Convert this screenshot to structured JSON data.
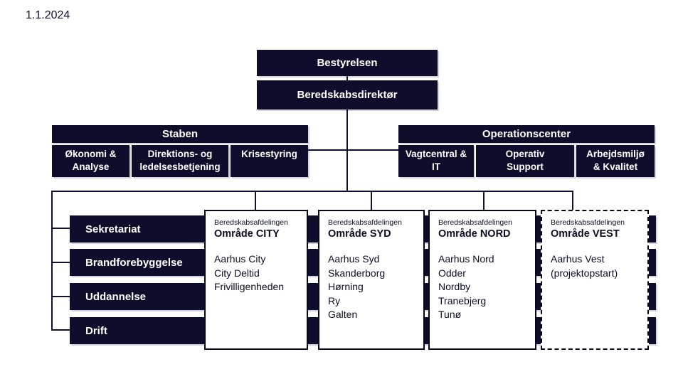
{
  "date": "1.1.2024",
  "colors": {
    "navy": "#0e0e2c",
    "line": "#101030",
    "box_border": "#05051a",
    "background": "#ffffff"
  },
  "top": {
    "board": "Bestyrelsen",
    "director": "Beredskabsdirektør"
  },
  "staben": {
    "title": "Staben",
    "cells": [
      {
        "line1": "Økonomi &",
        "line2": "Analyse"
      },
      {
        "line1": "Direktions- og",
        "line2": "ledelsesbetjening"
      },
      {
        "line1": "Krisestyring",
        "line2": ""
      }
    ]
  },
  "operationscenter": {
    "title": "Operationscenter",
    "cells": [
      {
        "line1": "Vagtcentral &",
        "line2": "IT"
      },
      {
        "line1": "Operativ",
        "line2": "Support"
      },
      {
        "line1": "Arbejdsmiljø",
        "line2": "& Kvalitet"
      }
    ]
  },
  "departments": [
    "Sekretariat",
    "Brandforebyggelse",
    "Uddannelse",
    "Drift"
  ],
  "areas": [
    {
      "super": "Beredskabsafdelingen",
      "title": "Område CITY",
      "items": [
        "Aarhus City",
        "City Deltid",
        "Frivilligenheden"
      ],
      "border": "solid"
    },
    {
      "super": "Beredskabsafdelingen",
      "title": "Område SYD",
      "items": [
        "Aarhus Syd",
        "Skanderborg",
        "Hørning",
        "Ry",
        "Galten"
      ],
      "border": "solid"
    },
    {
      "super": "Beredskabsafdelingen",
      "title": "Område NORD",
      "items": [
        "Aarhus Nord",
        "Odder",
        "Nordby",
        "Tranebjerg",
        "Tunø"
      ],
      "border": "solid"
    },
    {
      "super": "Beredskabsafdelingen",
      "title": "Område VEST",
      "items": [
        "Aarhus Vest",
        "(projektopstart)"
      ],
      "border": "dashed"
    }
  ]
}
